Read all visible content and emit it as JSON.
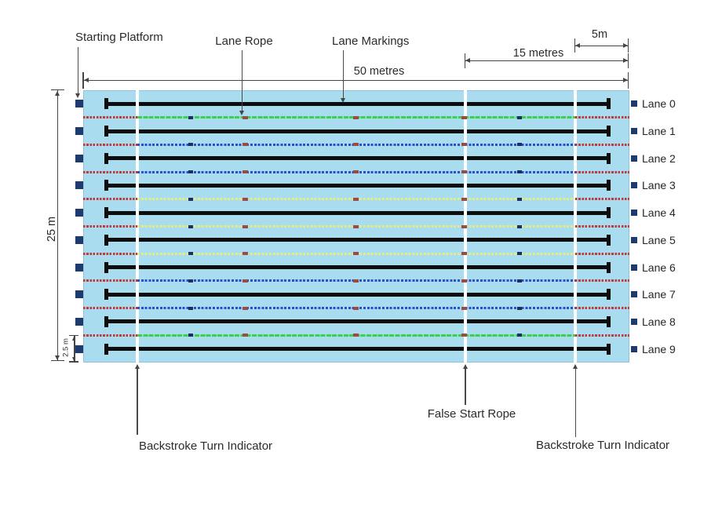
{
  "diagram": {
    "callouts": {
      "starting_platform": "Starting Platform",
      "lane_rope": "Lane Rope",
      "lane_markings": "Lane Markings",
      "false_start_rope": "False Start Rope",
      "backstroke_turn_indicator_left": "Backstroke Turn Indicator",
      "backstroke_turn_indicator_right": "Backstroke Turn Indicator"
    },
    "dimensions": {
      "pool_length": "50 metres",
      "false_start_rope_distance": "15 metres",
      "backstroke_indicator_distance": "5m",
      "pool_width": "25 m",
      "lane_width": "2.5 m"
    },
    "lanes": [
      "Lane 0",
      "Lane 1",
      "Lane 2",
      "Lane 3",
      "Lane 4",
      "Lane 5",
      "Lane 6",
      "Lane 7",
      "Lane 8",
      "Lane 9"
    ],
    "lane_ropes": [
      {
        "position": "between lanes 0-1",
        "color_name": "green",
        "color": "#3bd14b"
      },
      {
        "position": "between lanes 1-2",
        "color_name": "blue",
        "color": "#2e4ed0"
      },
      {
        "position": "between lanes 2-3",
        "color_name": "blue",
        "color": "#2e4ed0"
      },
      {
        "position": "between lanes 3-4",
        "color_name": "yellow",
        "color": "#e4ee7d"
      },
      {
        "position": "between lanes 4-5",
        "color_name": "yellow",
        "color": "#e4ee7d"
      },
      {
        "position": "between lanes 5-6",
        "color_name": "yellow",
        "color": "#e4ee7d"
      },
      {
        "position": "between lanes 6-7",
        "color_name": "blue",
        "color": "#2e4ed0"
      },
      {
        "position": "between lanes 7-8",
        "color_name": "blue",
        "color": "#2e4ed0"
      },
      {
        "position": "between lanes 8-9",
        "color_name": "green",
        "color": "#3bd14b"
      }
    ],
    "rope_end_color": "#bf3a3a",
    "rope_marker_dark": {
      "color": "#1c2f5e",
      "x_positions": [
        243,
        662
      ]
    },
    "rope_marker_red": {
      "color": "#9c4a42",
      "x_positions": [
        312,
        453,
        591
      ]
    },
    "colors": {
      "pool_water": "#a8dcee",
      "starting_platform": "#1e3a6e",
      "lane_marking": "#0d0d0d",
      "indicator_line": "#ffffff",
      "annotation_line": "#454545",
      "text": "#2b2b2b"
    }
  }
}
